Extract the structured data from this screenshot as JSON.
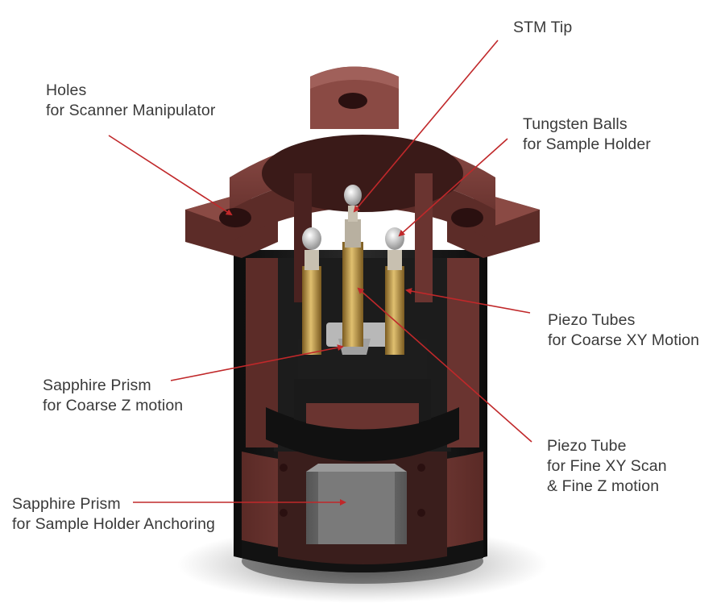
{
  "labels": {
    "stm_tip": [
      "STM Tip"
    ],
    "holes": [
      "Holes",
      "for Scanner Manipulator"
    ],
    "tungsten": [
      "Tungsten Balls",
      "for Sample Holder"
    ],
    "piezo_coarse": [
      "Piezo Tubes",
      "for Coarse XY Motion"
    ],
    "prism_coarse_z": [
      "Sapphire Prism",
      "for Coarse Z motion"
    ],
    "piezo_fine": [
      "Piezo Tube",
      "for Fine XY Scan",
      "& Fine Z motion"
    ],
    "prism_anchor": [
      "Sapphire Prism",
      "for Sample Holder Anchoring"
    ]
  },
  "colors": {
    "housing": "#6e3530",
    "housing_light": "#8a4a44",
    "housing_dark": "#4a2220",
    "black_body": "#161616",
    "piezo_gold": "#c8a048",
    "arrow": "#c0282a",
    "text": "#3a3a3a"
  }
}
